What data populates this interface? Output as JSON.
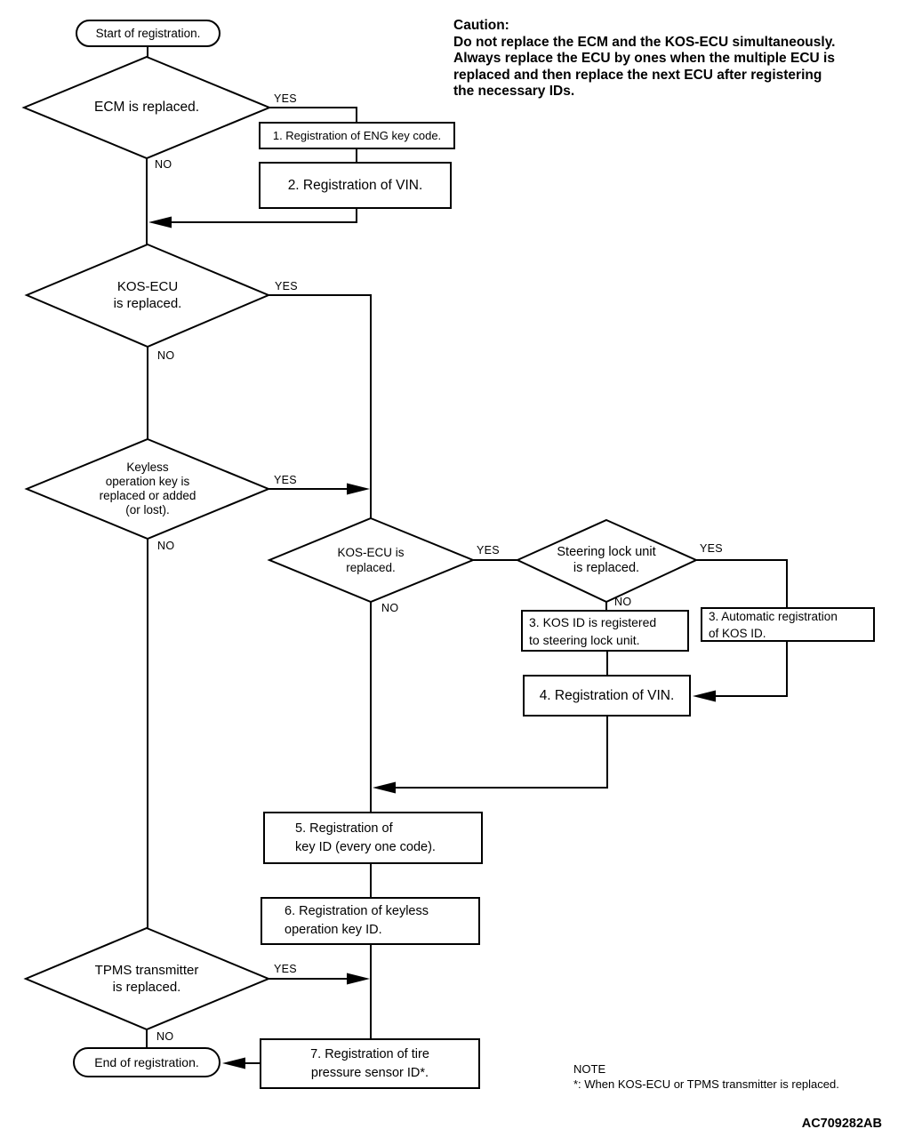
{
  "colors": {
    "background": "#ffffff",
    "line": "#000000",
    "text": "#000000"
  },
  "labels": {
    "yes": "YES",
    "no": "NO"
  },
  "caution": {
    "title": "Caution:",
    "lines": [
      "Do not replace the ECM and the KOS-ECU simultaneously.",
      "Always replace the ECU by ones when the multiple ECU is",
      "replaced and then replace the next ECU after registering",
      "the necessary IDs."
    ]
  },
  "note": {
    "title": "NOTE",
    "text": "*: When KOS-ECU or TPMS transmitter is replaced."
  },
  "figure_code": "AC709282AB",
  "flowchart": {
    "start": "Start of registration.",
    "end": "End of registration.",
    "decisions": [
      {
        "id": "ecm",
        "text": "ECM is replaced."
      },
      {
        "id": "kos-ecu",
        "text": "KOS-ECU\nis replaced."
      },
      {
        "id": "keyless-key",
        "text": "Keyless\noperation key is\nreplaced or added\n(or lost)."
      },
      {
        "id": "kos-ecu-check",
        "text": "KOS-ECU is\nreplaced."
      },
      {
        "id": "steering-lock",
        "text": "Steering lock unit\nis replaced."
      },
      {
        "id": "tpms",
        "text": "TPMS transmitter\nis replaced."
      }
    ],
    "steps": [
      {
        "id": "step-1",
        "text": "1. Registration of ENG key code."
      },
      {
        "id": "step-2",
        "text": "2. Registration of VIN."
      },
      {
        "id": "step-3-kos-id",
        "text": "3. KOS ID is registered\nto steering lock unit."
      },
      {
        "id": "step-3-auto",
        "text": "3. Automatic registration\nof KOS ID."
      },
      {
        "id": "step-4",
        "text": "4. Registration of VIN."
      },
      {
        "id": "step-5",
        "text": "5. Registration of\nkey ID (every one code)."
      },
      {
        "id": "step-6",
        "text": "6. Registration of keyless\noperation key ID."
      },
      {
        "id": "step-7",
        "text": "7. Registration of tire\npressure sensor ID*."
      }
    ]
  }
}
